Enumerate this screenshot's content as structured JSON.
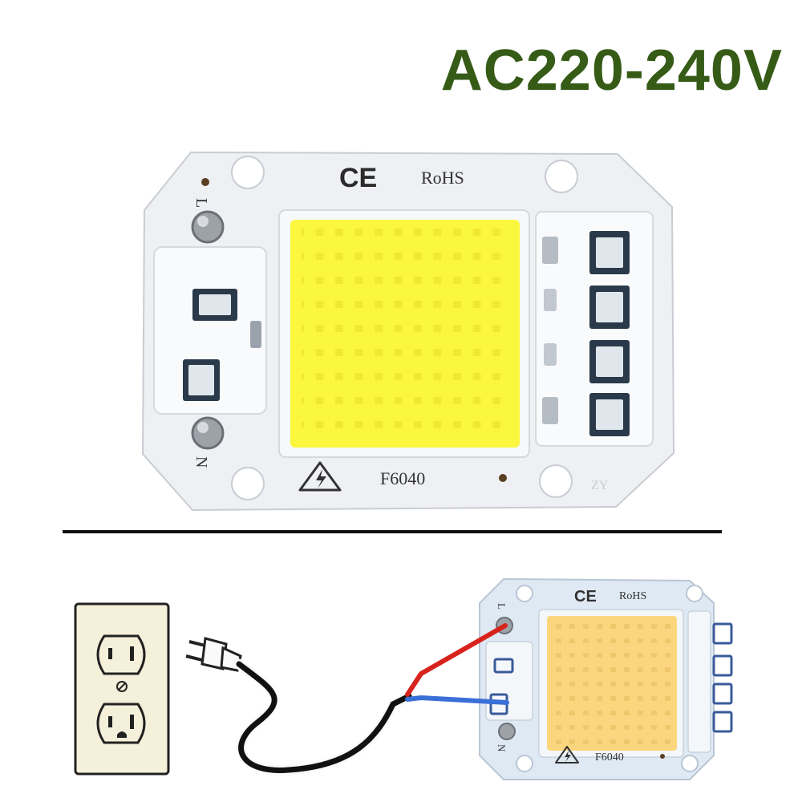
{
  "headline": "AC220-240V",
  "board": {
    "ce": "CE",
    "rohs": "RoHS",
    "model": "F6040",
    "terminal_live": "L",
    "terminal_neutral": "N",
    "maker_mark": "ZY",
    "led_color": "#fbf63e",
    "pcb_color": "#eef0f3"
  },
  "diagram_board": {
    "ce": "CE",
    "rohs": "RoHS",
    "model": "F6040",
    "terminal_live": "L",
    "terminal_neutral": "N",
    "led_color": "#fbd67e"
  },
  "wiring": {
    "live_wire_color": "#d8231c",
    "neutral_wire_color": "#3a6fd8",
    "cable_color": "#111111"
  }
}
